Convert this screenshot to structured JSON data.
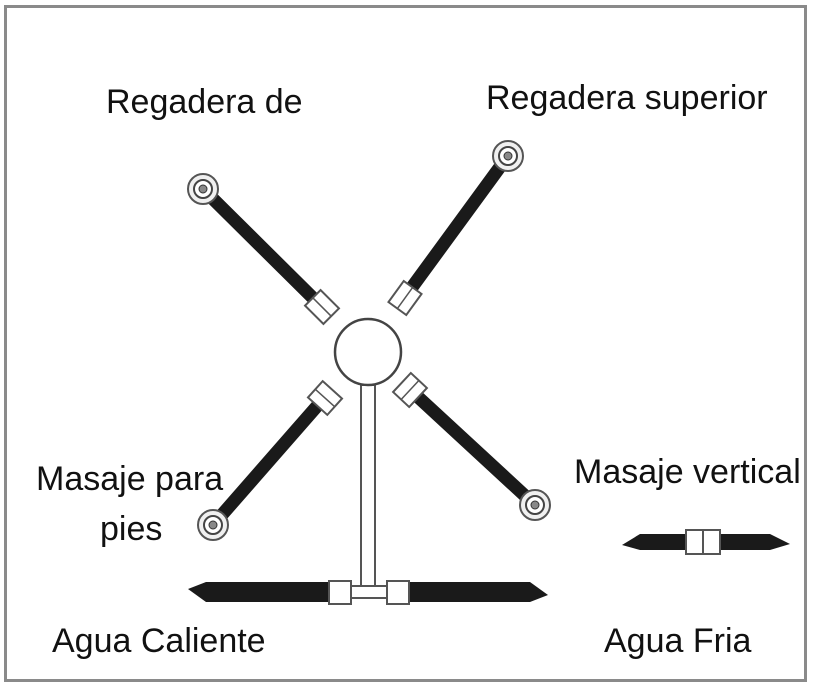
{
  "labels": {
    "top_left": "Regadera de",
    "top_right": "Regadera superior",
    "bottom_left_line1": "Masaje para",
    "bottom_left_line2": "pies",
    "right_middle": "Masaje vertical",
    "hot_water": "Agua Caliente",
    "cold_water": "Agua Fria"
  },
  "colors": {
    "pipe": "#1a1a1a",
    "outline": "#555555",
    "frame": "#8a8a8a"
  }
}
